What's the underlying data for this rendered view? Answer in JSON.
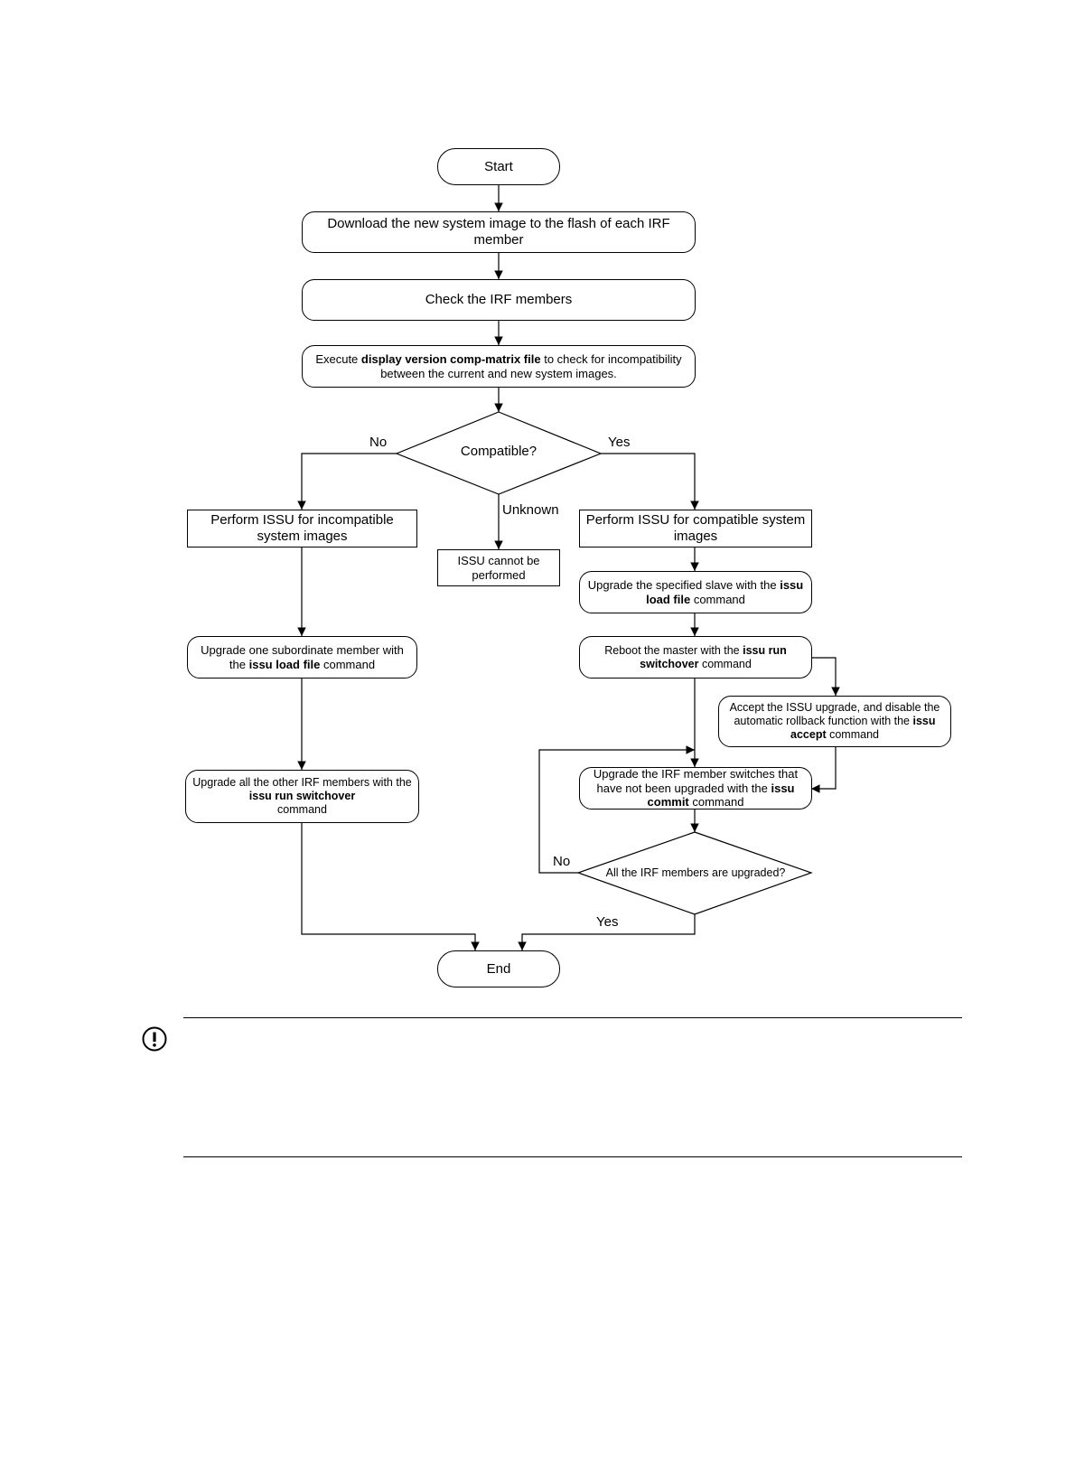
{
  "flowchart": {
    "start": "Start",
    "download": "Download the new system image to the flash of each IRF member",
    "check_members": "Check the IRF members",
    "execute": {
      "pre": "Execute ",
      "cmd": "display version comp-matrix file",
      "post": " to check for incompatibility between the current and new system images."
    },
    "compatible_q": "Compatible?",
    "edge_no": "No",
    "edge_yes": "Yes",
    "edge_unknown": "Unknown",
    "issu_incompatible": "Perform ISSU for incompatible system images",
    "issu_cannot": "ISSU cannot be performed",
    "issu_compatible": "Perform ISSU for compatible system images",
    "upgrade_slave": {
      "pre": "Upgrade the specified slave with the ",
      "cmd": "issu load file",
      "post": " command"
    },
    "upgrade_subordinate": {
      "pre": "Upgrade one subordinate member with the ",
      "cmd": "issu load file",
      "post": " command"
    },
    "reboot_master": {
      "pre": "Reboot the master with the ",
      "cmd1": "issu run",
      "cmd2": "switchover",
      "post": " command"
    },
    "accept_issu": {
      "pre": "Accept the ISSU upgrade, and disable the automatic rollback function with the ",
      "cmd": "issu accept",
      "post": " command"
    },
    "upgrade_all_other": {
      "pre": "Upgrade all the other IRF members with the ",
      "cmd1": "issu",
      "cmd2": "run switchover",
      "post": " command"
    },
    "upgrade_remaining": {
      "pre": "Upgrade the IRF member switches that have not been upgraded with the ",
      "cmd": "issu commit",
      "post": " command"
    },
    "all_upgraded_q": "All the IRF members are upgraded?",
    "loop_no": "No",
    "loop_yes": "Yes",
    "end": "End"
  },
  "notice": {
    "icon": "exclamation-circle-icon"
  }
}
